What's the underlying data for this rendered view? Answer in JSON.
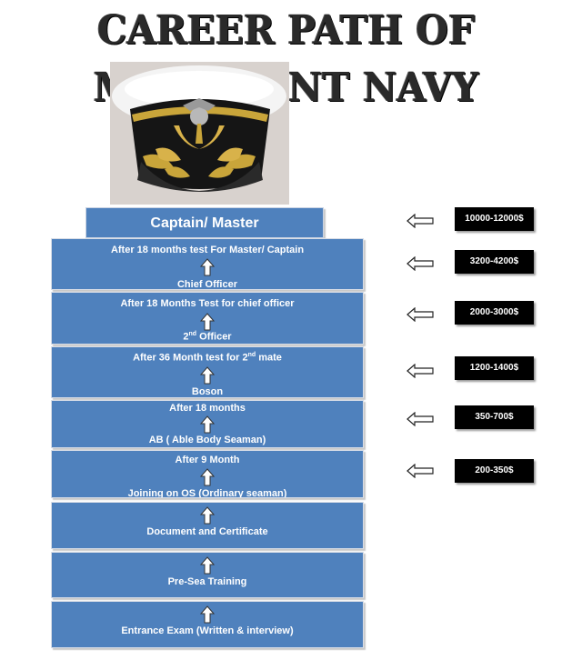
{
  "title": "CAREER PATH OF MERCHANT NAVY",
  "captain_label": "Captain/ Master",
  "steps": [
    {
      "top": "After 18 months test For Master/ Captain",
      "bottom": "Chief Officer"
    },
    {
      "top": "After 18 Months Test for chief officer",
      "bottom_num": "2",
      "bottom_sup": "nd",
      "bottom_rest": " Officer"
    },
    {
      "top_pre": "After 36 Month test for 2",
      "top_sup": "nd",
      "top_rest": " mate",
      "bottom": "Boson"
    },
    {
      "top": "After 18 months",
      "bottom": "AB ( Able Body Seaman)"
    },
    {
      "top": "After 9 Month",
      "bottom": "Joining on OS (Ordinary seaman)"
    },
    {
      "bottom": "Document and Certificate"
    },
    {
      "bottom": "Pre-Sea Training"
    },
    {
      "bottom": "Entrance Exam (Written & interview)"
    }
  ],
  "salaries": [
    "10000-12000$",
    "3200-4200$",
    "2000-3000$",
    "1200-1400$",
    "350-700$",
    "200-350$"
  ],
  "colors": {
    "box": "#4f81bd",
    "salary_bg": "#000000"
  },
  "icons": {
    "cap": "captain-cap-image",
    "up": "up-arrow-icon",
    "left": "left-arrow-icon"
  }
}
